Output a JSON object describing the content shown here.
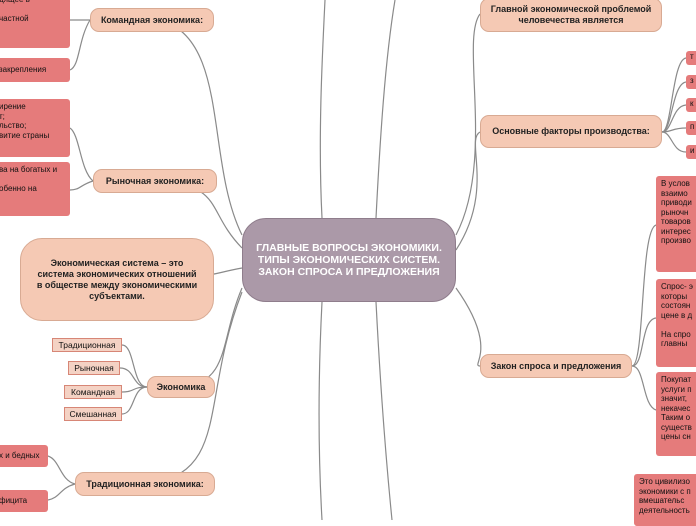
{
  "central": {
    "title": "ГЛАВНЫЕ ВОПРОСЫ ЭКОНОМИКИ. ТИПЫ ЭКОНОМИЧЕСКИХ СИСТЕМ. ЗАКОН СПРОСА И ПРЕДЛОЖЕНИЯ"
  },
  "left": {
    "command": {
      "label": "Командная экономика:",
      "leaves": [
        "дящее в\n\nчастной",
        "закрепления"
      ]
    },
    "market": {
      "label": "Рыночная экономика:",
      "leaves": [
        "ирение\nт;\nльство;\nвитие страны",
        "ва на богатых и\n\nобенно на"
      ]
    },
    "definition": {
      "text": "Экономическая система – это система экономических отношений в обществе между экономическими субъектами."
    },
    "economy": {
      "label": "Экономика",
      "types": [
        "Традиционная",
        "Рыночная",
        "Командная",
        "Смешанная"
      ]
    },
    "traditional": {
      "label": "Традиционная экономика:",
      "leaves": [
        "х и бедных",
        "фицита"
      ]
    }
  },
  "right": {
    "main_problem": {
      "label": "Главной экономической проблемой человечества является"
    },
    "factors": {
      "label": "Основные факторы производства:",
      "leaves": [
        "т",
        "з",
        "к",
        "п",
        "и"
      ]
    },
    "law": {
      "label": "Закон спроса и предложения",
      "leaves": [
        "В услов\nвзаимо\nприводи\nрыночн\nтоваров\nинтерес\nпроизво",
        "Спрос- э\nкоторы\nсостоян\nцене в д\n\nНа спро\nглавны",
        "Покупат\nуслуги п\nзначит, \nнекачес\nТаким о\nсуществ\nцены сн"
      ]
    },
    "bottom_leaf": {
      "text": "Это цивилизо\nэкономики с п\nвмешательс\nдеятельность"
    }
  },
  "colors": {
    "central": "#ab99a8",
    "branch": "#f5c9b4",
    "leaf": "#e57b7b",
    "tag_border": "#d78676",
    "link": "#8a8a8a"
  }
}
